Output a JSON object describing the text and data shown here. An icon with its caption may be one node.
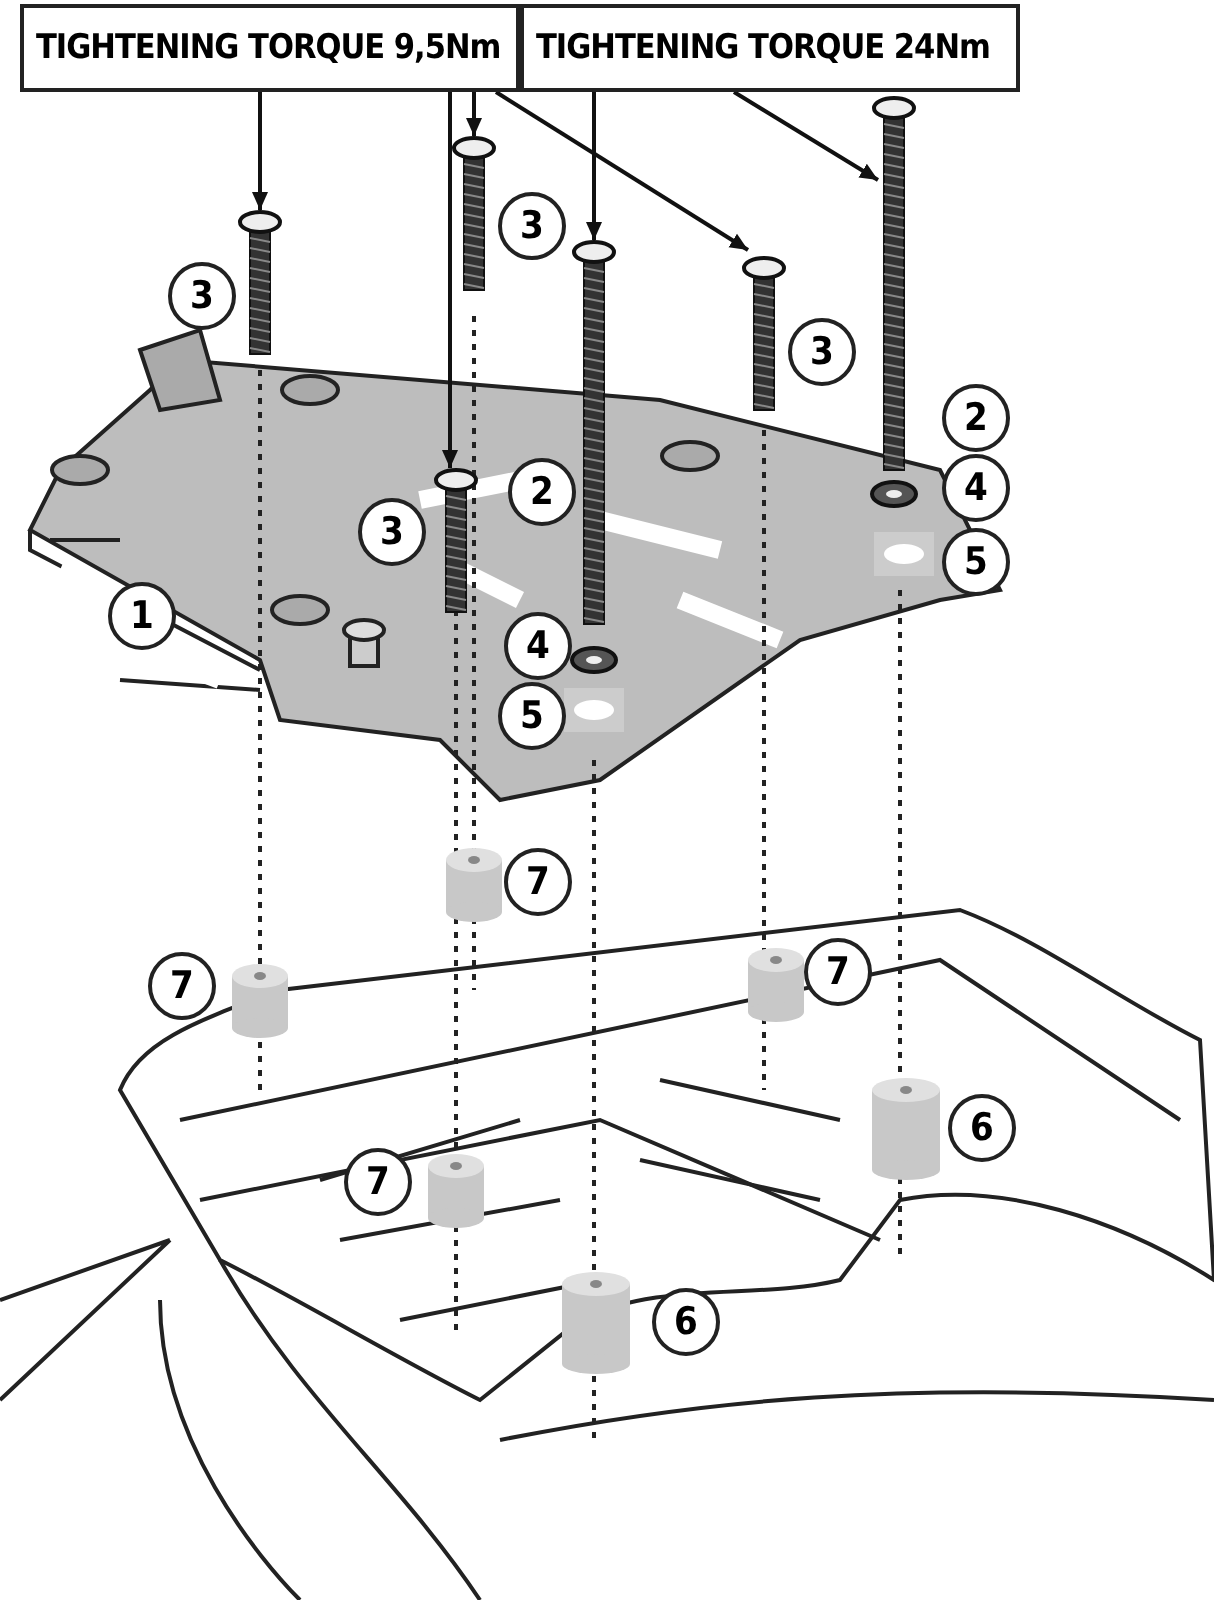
{
  "diagram": {
    "nodes": [
      {
        "text": [
          "TIGHTENING TORQUE 9,5Nm"
        ]
      },
      {
        "text": [
          "TIGHTENING TORQUE 24Nm"
        ]
      },
      {
        "text": [],
        "shape": "picture"
      },
      {
        "text": [],
        "shape": "picture"
      },
      {
        "text": [],
        "shape": "picture"
      },
      {
        "text": [],
        "shape": "picture"
      },
      {
        "text": [],
        "shape": "picture"
      },
      {
        "text": [],
        "shape": "picture"
      }
    ],
    "edges": [
      {
        "from": 0,
        "to": 2,
        "arrow": "to"
      },
      {
        "from": 0,
        "to": 3,
        "arrow": "to"
      },
      {
        "from": 0,
        "to": 4,
        "arrow": "to"
      },
      {
        "from": 0,
        "to": 5,
        "arrow": "to"
      },
      {
        "from": 1,
        "to": 6,
        "arrow": "to"
      },
      {
        "from": 1,
        "to": 7,
        "arrow": "to"
      }
    ],
    "labels": [
      "3",
      "3",
      "3",
      "2",
      "2",
      "4",
      "3",
      "5",
      "1",
      "4",
      "5",
      "7",
      "7",
      "7",
      "6",
      "7",
      "6"
    ]
  }
}
